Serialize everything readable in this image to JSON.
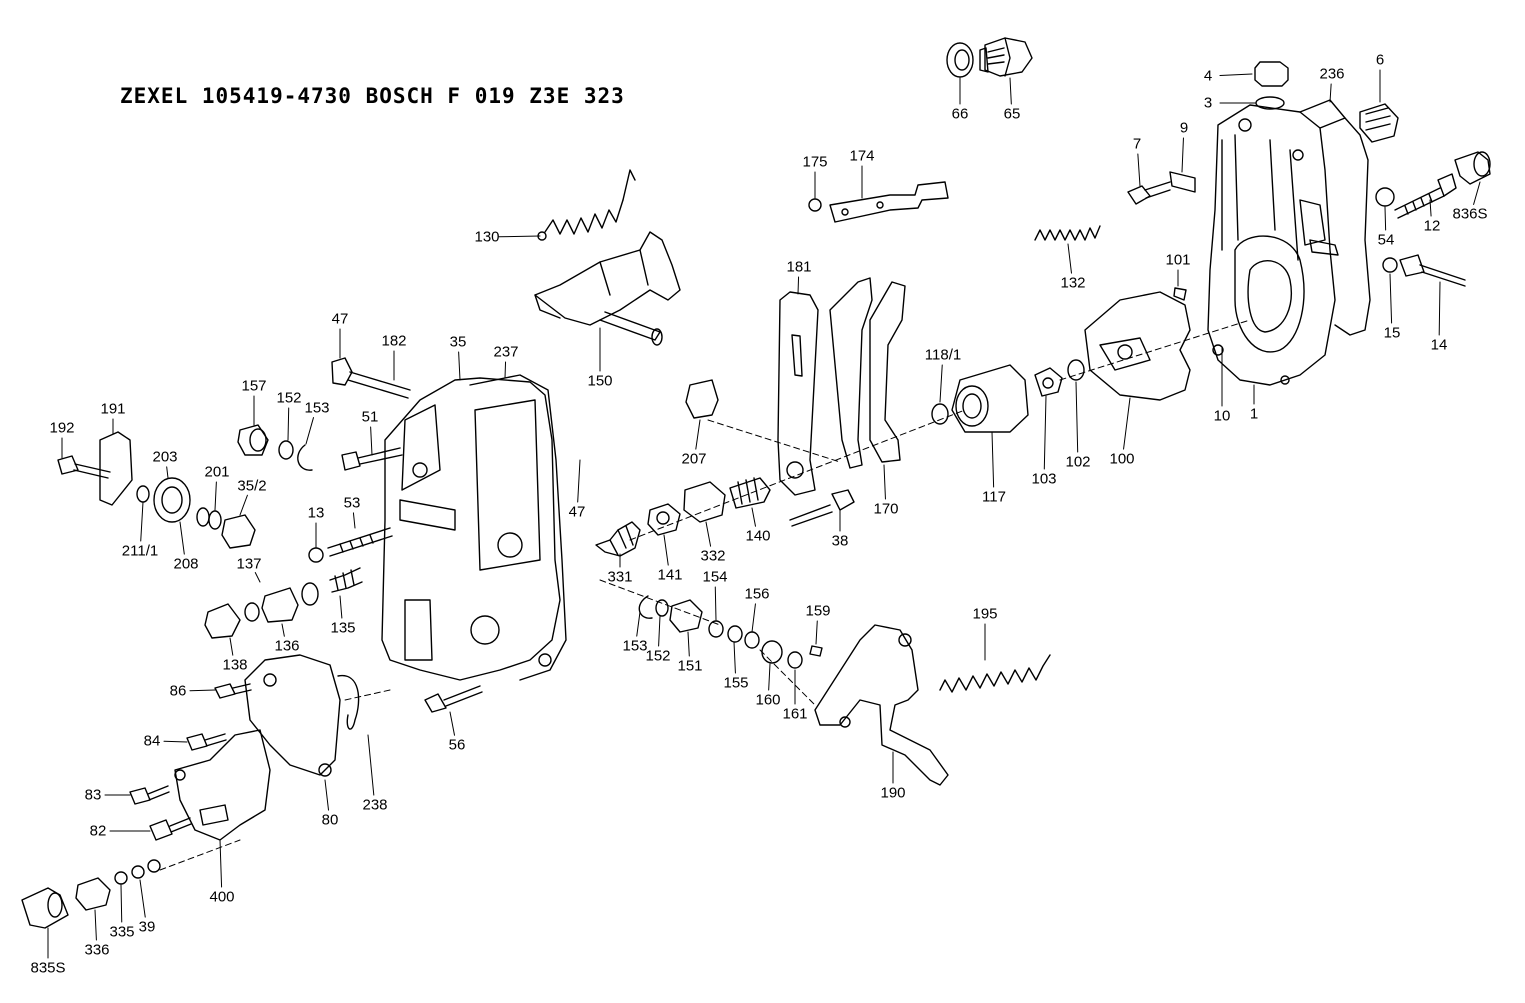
{
  "title": "ZEXEL  105419-4730  BOSCH  F 019 Z3E 323",
  "callouts": [
    "66",
    "65",
    "4",
    "3",
    "236",
    "6",
    "7",
    "9",
    "175",
    "174",
    "836S",
    "12",
    "54",
    "130",
    "132",
    "101",
    "15",
    "14",
    "181",
    "118/1",
    "150",
    "1",
    "10",
    "102",
    "100",
    "103",
    "117",
    "47",
    "182",
    "35",
    "237",
    "157",
    "152",
    "153",
    "192",
    "191",
    "51",
    "207",
    "170",
    "203",
    "201",
    "35/2",
    "47",
    "53",
    "13",
    "140",
    "38",
    "211/1",
    "208",
    "331",
    "141",
    "332",
    "137",
    "154",
    "156",
    "159",
    "195",
    "136",
    "135",
    "153",
    "152",
    "151",
    "155",
    "160",
    "161",
    "138",
    "86",
    "84",
    "238",
    "56",
    "190",
    "83",
    "80",
    "82",
    "400",
    "335",
    "39",
    "835S",
    "336"
  ]
}
